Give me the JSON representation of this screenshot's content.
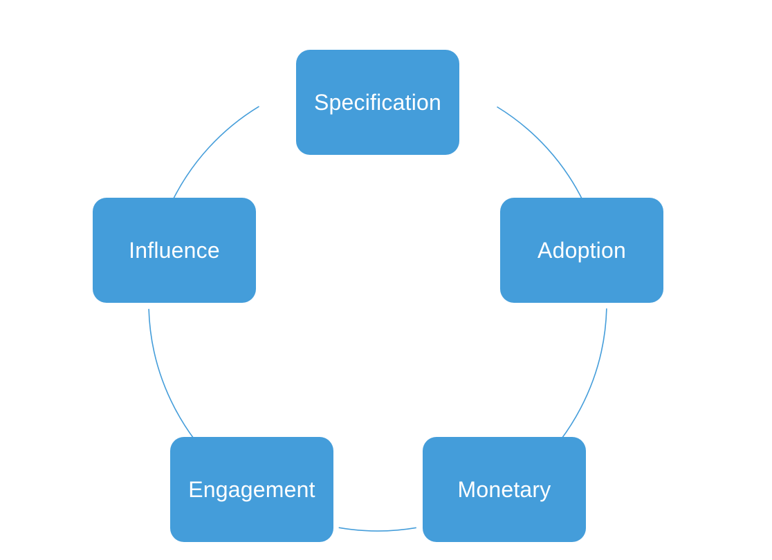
{
  "diagram": {
    "type": "cycle",
    "colors": {
      "node_fill": "#449dda",
      "connector": "#449dda",
      "label_text": "#ffffff",
      "background": "#ffffff"
    },
    "nodes": [
      {
        "id": "specification",
        "label": "Specification"
      },
      {
        "id": "adoption",
        "label": "Adoption"
      },
      {
        "id": "monetary",
        "label": "Monetary"
      },
      {
        "id": "engagement",
        "label": "Engagement"
      },
      {
        "id": "influence",
        "label": "Influence"
      }
    ],
    "connections": [
      {
        "from": "specification",
        "to": "adoption"
      },
      {
        "from": "adoption",
        "to": "monetary"
      },
      {
        "from": "monetary",
        "to": "engagement"
      },
      {
        "from": "engagement",
        "to": "influence"
      },
      {
        "from": "influence",
        "to": "specification"
      }
    ]
  }
}
